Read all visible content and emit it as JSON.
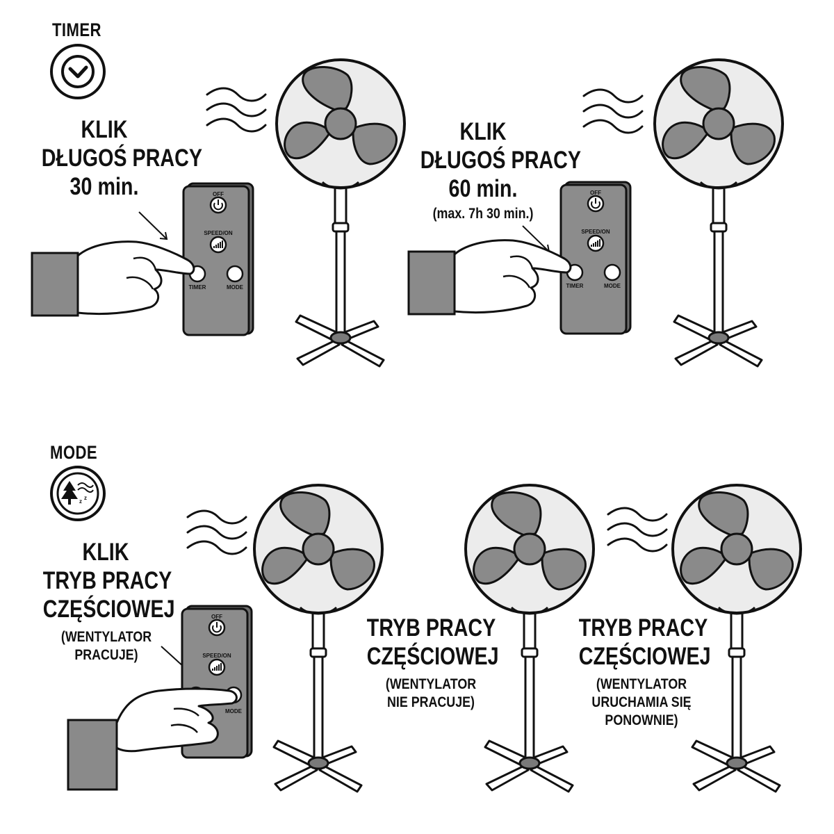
{
  "timer_section": {
    "header": "TIMER",
    "panel1": {
      "line1": "KLIK",
      "line2": "DŁUGOŚ PRACY",
      "line3": "30 min."
    },
    "panel2": {
      "line1": "KLIK",
      "line2": "DŁUGOŚ PRACY",
      "line3": "60 min.",
      "note": "(max. 7h 30 min.)"
    }
  },
  "mode_section": {
    "header": "MODE",
    "panel1": {
      "line1": "KLIK",
      "line2": "TRYB PRACY",
      "line3": "CZĘŚCIOWEJ",
      "note1": "(WENTYLATOR",
      "note2": "PRACUJE)"
    },
    "panel2": {
      "line1": "TRYB PRACY",
      "line2": "CZĘŚCIOWEJ",
      "note1": "(WENTYLATOR",
      "note2": "NIE PRACUJE)"
    },
    "panel3": {
      "line1": "TRYB PRACY",
      "line2": "CZĘŚCIOWEJ",
      "note1": "(WENTYLATOR",
      "note2": "URUCHAMIA SIĘ",
      "note3": "PONOWNIE)"
    }
  },
  "remote": {
    "off_label": "OFF",
    "speed_label": "SPEED/ON",
    "timer_label": "TIMER",
    "mode_label": "MODE"
  },
  "colors": {
    "blade_gray": "#8a8a8a",
    "remote_gray": "#8c8c8c",
    "outline": "#111111",
    "sleeve_gray": "#7a7a7a"
  }
}
